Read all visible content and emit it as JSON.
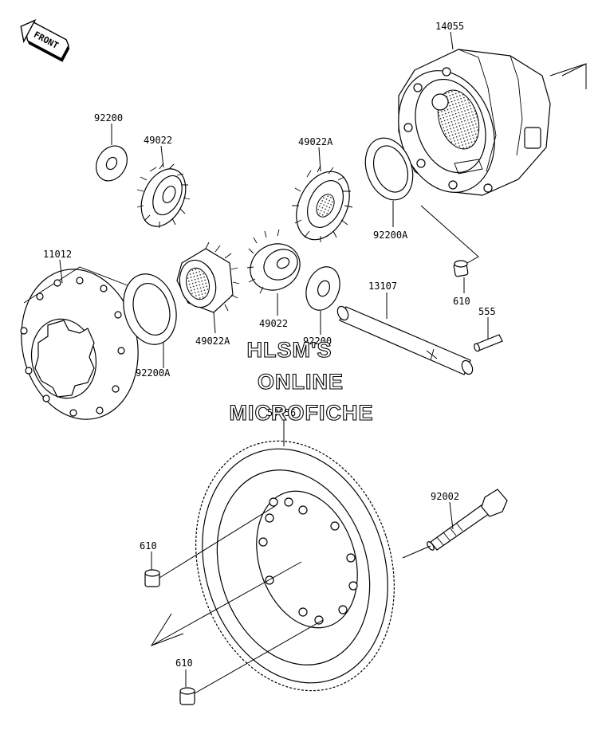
{
  "front_badge": "FRONT",
  "watermark": {
    "line1": "HLSM'S",
    "line2": "ONLINE",
    "line3": "MICROFICHE"
  },
  "labels": {
    "p14055": "14055",
    "p92200_top": "92200",
    "p49022_top": "49022",
    "p49022A_top": "49022A",
    "p92200A_right": "92200A",
    "p11012": "11012",
    "p92200A_left": "92200A",
    "p49022A_mid": "49022A",
    "p49022_mid": "49022",
    "p92200_mid": "92200",
    "p13107": "13107",
    "p610_right": "610",
    "p555": "555",
    "p59056": "59056",
    "p92002": "92002",
    "p610_left": "610",
    "p610_bottom": "610"
  }
}
